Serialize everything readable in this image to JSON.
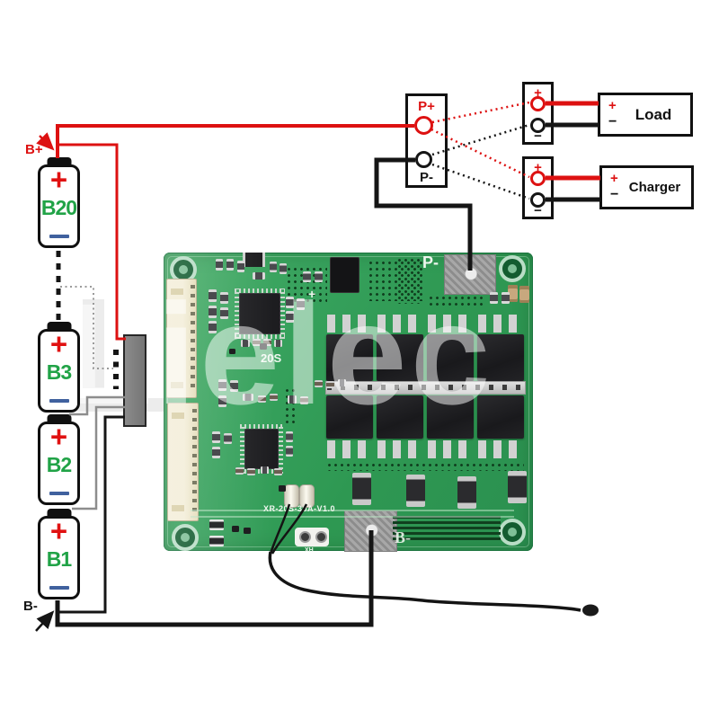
{
  "source_pack": {
    "b_plus_label": "B+",
    "b_minus_label": "B-",
    "plus_symbol": "+",
    "batteries": [
      {
        "name": "B20"
      },
      {
        "name": "B3"
      },
      {
        "name": "B2"
      },
      {
        "name": "B1"
      }
    ]
  },
  "output": {
    "p_box": {
      "p_plus": "P+",
      "p_minus": "P-"
    },
    "connector_plus": "+",
    "connector_minus": "−",
    "load": {
      "label": "Load",
      "plus": "+",
      "minus": "−"
    },
    "charger": {
      "label": "Charger",
      "plus": "+",
      "minus": "−"
    }
  },
  "board": {
    "watermark": "Lielec",
    "silkscreen": {
      "p_pad": "P-",
      "b_minus_pad": "B-",
      "cell_count": "20S",
      "plus_mark": "+",
      "model": "XR-20S-30A-V1.0",
      "ntc_label": "XH"
    }
  },
  "colors": {
    "wire_red": "#dd1111",
    "wire_black": "#151515",
    "battery_label_green": "#21a347",
    "pcb_green": "#2f9b55"
  }
}
